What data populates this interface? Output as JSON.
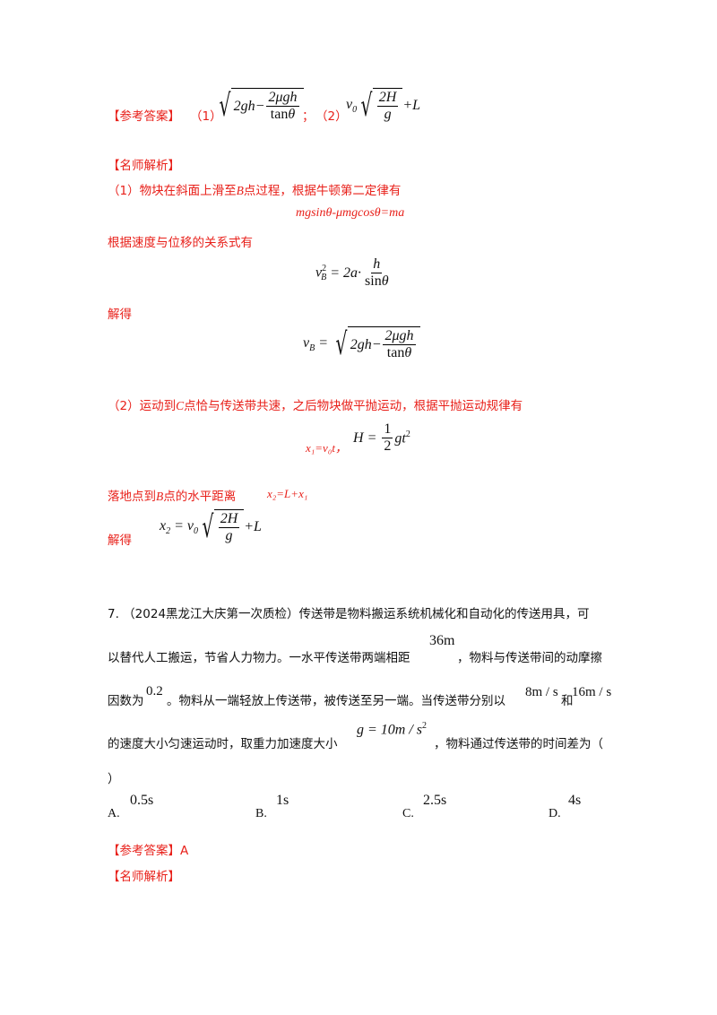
{
  "answer1": {
    "label": "【参考答案】",
    "part1": "（1）",
    "sep": "；",
    "part2": "（2）"
  },
  "analysis1": {
    "label": "【名师解析】",
    "step1_pre": "（1）物块在斜面上滑至",
    "step1_B": "B",
    "step1_post": "点过程，根据牛顿第二定律有",
    "eq_newton": "mgsinθ-μmgcosθ=ma",
    "step2": "根据速度与位移的关系式有",
    "solve1": "解得",
    "step3_pre": "（2）运动到",
    "step3_C": "C",
    "step3_post": "点恰与传送带共速，之后物块做平抛运动，根据平抛运动规律有",
    "eq_x1": "x₁=v₀t，",
    "step4_pre": "落地点到",
    "step4_B": "B",
    "step4_post": "点的水平距离",
    "eq_x2": "x₂=L+x₁",
    "solve2": "解得"
  },
  "question7": {
    "line1": "7. （2024黑龙江大庆第一次质检）传送带是物料搬运系统机械化和自动化的传送用具，可",
    "line2_pre": "以替代人工搬运，节省人力物力。一水平传送带两端相距",
    "dist": "36m",
    "line2_post": "，物料与传送带间的动摩擦",
    "line3_pre": "因数为",
    "mu": "0.2",
    "line3_mid": "。物料从一端轻放上传送带，被传送至另一端。当传送带分别以",
    "v1": "8m / s",
    "line3_and": "和",
    "v2": "16m / s",
    "line4_pre": "的速度大小匀速运动时，取重力加速度大小",
    "g": "g = 10m / s",
    "line4_post": "，物料通过传送带的时间差为（",
    "line5": "）",
    "options": [
      {
        "letter": "A.",
        "value": "0.5s"
      },
      {
        "letter": "B.",
        "value": "1s"
      },
      {
        "letter": "C.",
        "value": "2.5s"
      },
      {
        "letter": "D.",
        "value": "4s"
      }
    ]
  },
  "answer2": {
    "label": "【参考答案】",
    "value": "A"
  },
  "analysis2": {
    "label": "【名师解析】"
  }
}
